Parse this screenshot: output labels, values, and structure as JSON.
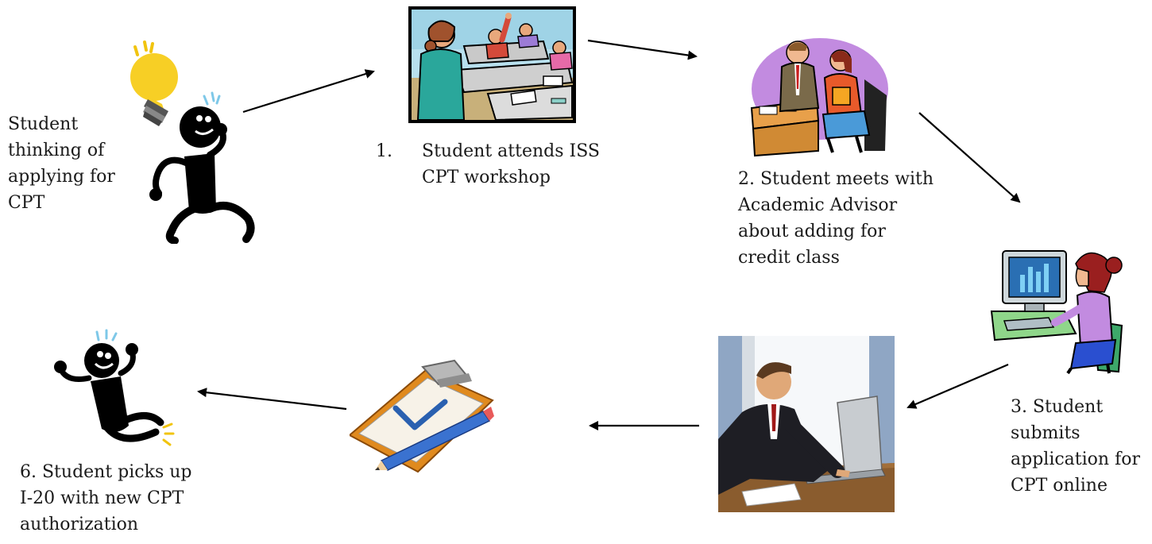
{
  "labels": {
    "start": [
      "Student",
      "thinking of",
      "applying for",
      "CPT"
    ],
    "step1": {
      "number": "1.",
      "lines": [
        "Student attends ISS",
        "CPT workshop"
      ]
    },
    "step2": [
      "2. Student meets with",
      "Academic Advisor",
      "about adding for",
      "credit class"
    ],
    "step3": [
      "3. Student",
      "submits",
      "application for",
      "CPT online"
    ],
    "step6": [
      "6. Student picks up",
      "I-20 with new CPT",
      "authorization"
    ]
  },
  "icons": {
    "start": "thinking-stick-figure-with-lightbulb-icon",
    "step1": "classroom-workshop-icon",
    "step2": "advisor-meeting-icon",
    "step3": "woman-at-computer-icon",
    "step4": "businessman-at-laptop-icon",
    "step5": "clipboard-checkmark-pencil-icon",
    "step6": "happy-stick-figure-icon"
  },
  "colors": {
    "arrow": "#000000",
    "bulb": "#f7cf25",
    "accent_purple": "#c28be0",
    "screen_blue": "#2a6fb3"
  }
}
